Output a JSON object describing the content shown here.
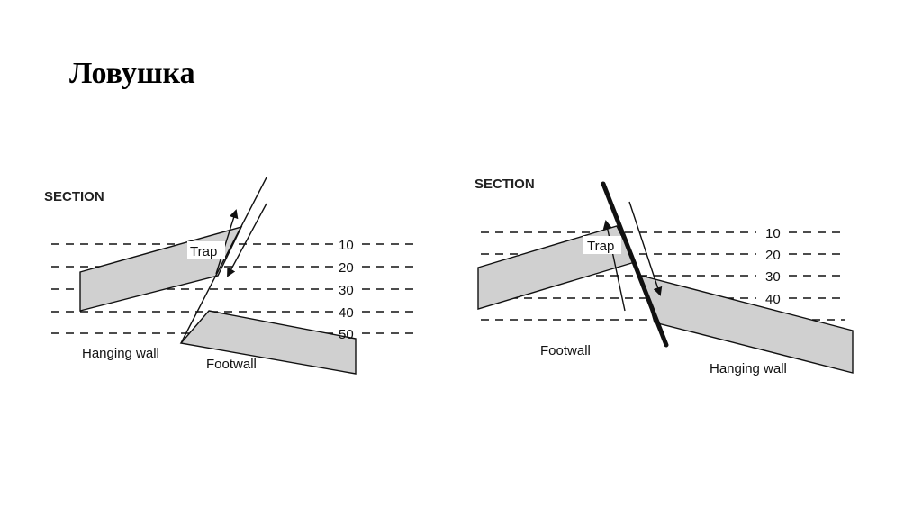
{
  "slide": {
    "title": "Ловушка"
  },
  "diagrams": [
    {
      "heading": "SECTION",
      "trap_label": "Trap",
      "depth_labels": [
        "10",
        "20",
        "30",
        "40",
        "50"
      ],
      "wall_labels": {
        "hanging": "Hanging wall",
        "foot": "Footwall"
      }
    },
    {
      "heading": "SECTION",
      "trap_label": "Trap",
      "depth_labels": [
        "10",
        "20",
        "30",
        "40"
      ],
      "wall_labels": {
        "foot": "Footwall",
        "hanging": "Hanging wall"
      }
    }
  ]
}
